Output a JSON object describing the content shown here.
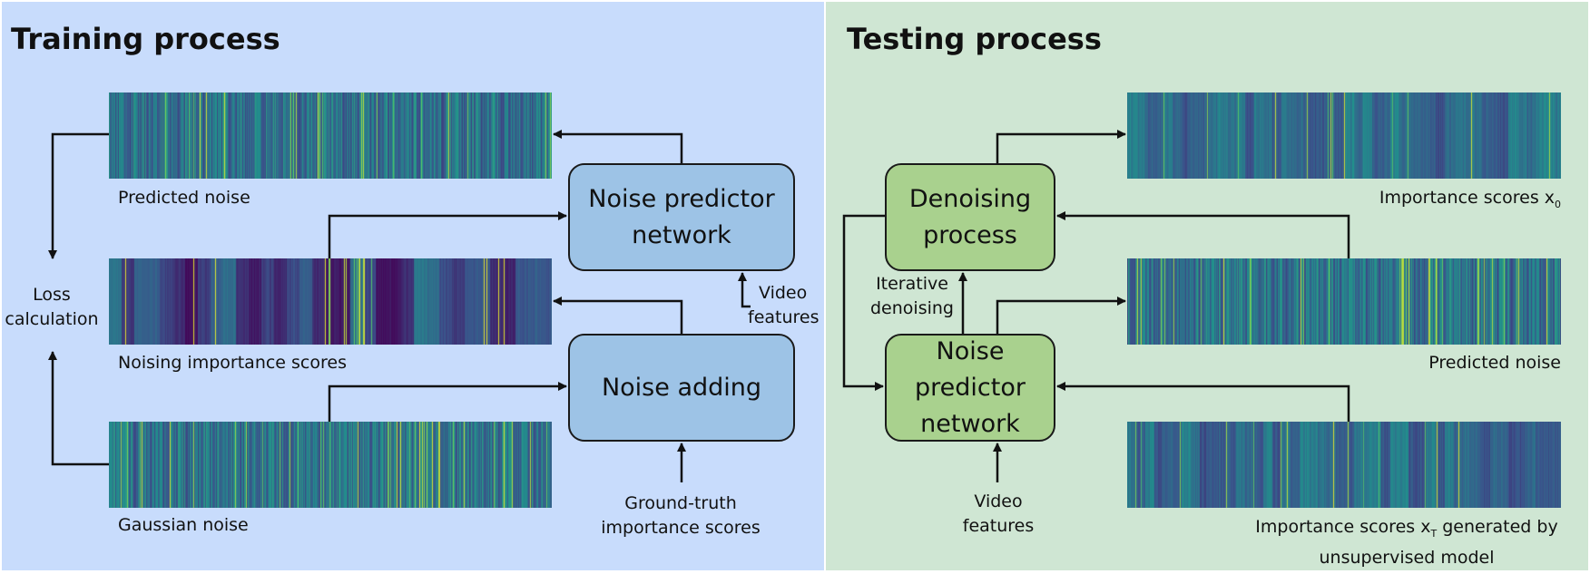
{
  "training": {
    "title": "Training process",
    "labels": {
      "predicted_noise": "Predicted noise",
      "noising_scores": "Noising importance scores",
      "gaussian_noise": "Gaussian noise",
      "loss_line1": "Loss",
      "loss_line2": "calculation",
      "video_line1": "Video",
      "video_line2": "features",
      "gt_line1": "Ground-truth",
      "gt_line2": "importance scores"
    },
    "boxes": {
      "noise_predictor_line1": "Noise predictor",
      "noise_predictor_line2": "network",
      "noise_adding": "Noise adding"
    }
  },
  "testing": {
    "title": "Testing process",
    "labels": {
      "importance_x0_text": "Importance scores x",
      "importance_x0_sub": "0",
      "predicted_noise": "Predicted noise",
      "xt_text1": "Importance scores x",
      "xt_sub": "T",
      "xt_text2": " generated by",
      "xt_line2": "unsupervised model",
      "iterative_line1": "Iterative",
      "iterative_line2": "denoising",
      "video_line1": "Video",
      "video_line2": "features"
    },
    "boxes": {
      "denoising_line1": "Denoising",
      "denoising_line2": "process",
      "noise_predictor_line1": "Noise predictor",
      "noise_predictor_line2": "network"
    }
  },
  "colors": {
    "training_bg": "#c8dcfc",
    "testing_bg": "#cfe6d3",
    "box_blue": "#9dc3e6",
    "box_green": "#a9d18e"
  },
  "strips": [
    {
      "name": "predicted-noise-strip",
      "style": "noise",
      "seed": 11
    },
    {
      "name": "noising-scores-strip",
      "style": "noisy-scores",
      "seed": 23
    },
    {
      "name": "gaussian-noise-strip",
      "style": "noise",
      "seed": 37
    },
    {
      "name": "importance-x0-strip",
      "style": "scores",
      "seed": 41
    },
    {
      "name": "test-predicted-noise-strip",
      "style": "noise",
      "seed": 53
    },
    {
      "name": "importance-xt-strip",
      "style": "scores",
      "seed": 67
    }
  ]
}
